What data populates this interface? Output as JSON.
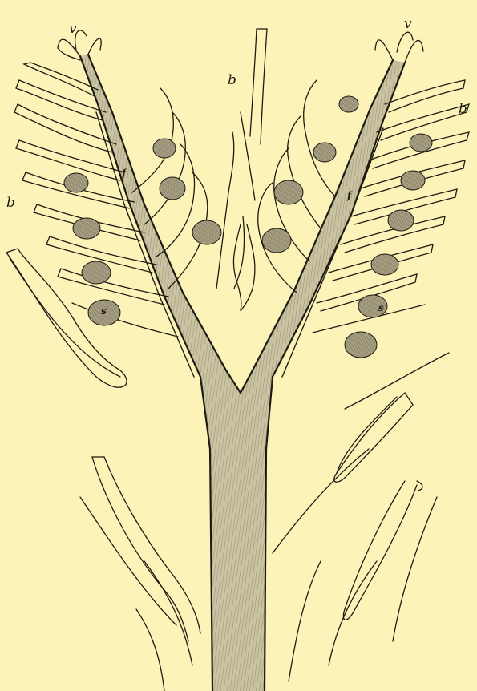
{
  "colors": {
    "paper": "#fbf3b8",
    "ink": "#1e1a12",
    "axis_fill": "#cac3a2",
    "hatch": "#8f876c",
    "sporangium": "#a59e82"
  },
  "labels": {
    "v_left": "v",
    "v_right": "v",
    "b_center": "b",
    "b_right": "b",
    "b_left": "b",
    "f_left": "f",
    "f_right": "f",
    "s_left": "s",
    "s_right": "s"
  }
}
